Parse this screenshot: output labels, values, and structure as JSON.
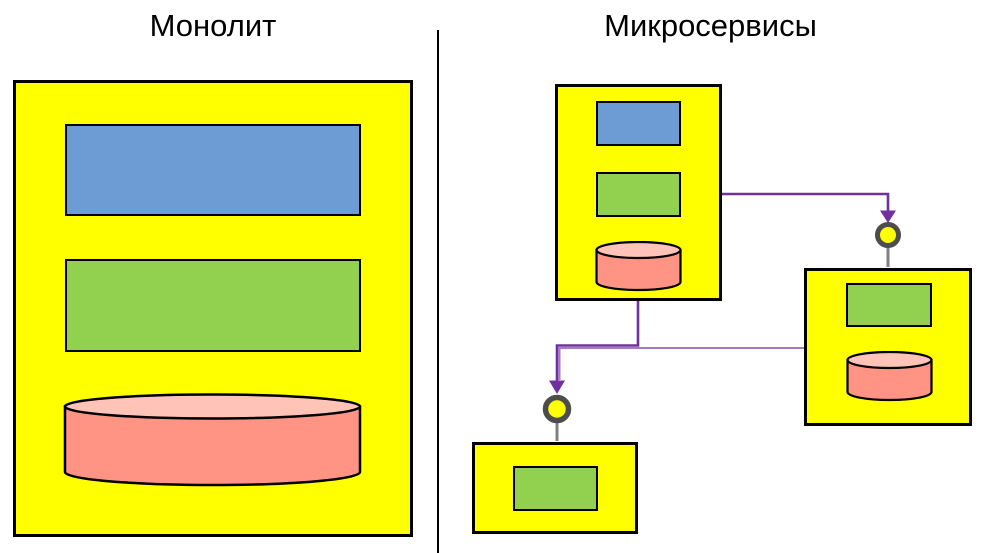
{
  "titles": {
    "left": "Монолит",
    "right": "Микросервисы"
  },
  "colors": {
    "canvas": "#FFFFFF",
    "yellow": "#FFFF00",
    "outline": "#000000",
    "blue": "#6D9BD3",
    "green": "#92D050",
    "salmon": "#FF9384",
    "salmon_light": "#FFC3B8",
    "purple": "#7030A0",
    "purple_light": "#A578C8",
    "ring_gray": "#4D4D4D",
    "stem_gray": "#808080"
  },
  "monolith": {
    "title": "Монолит",
    "container": "single yellow application block",
    "components": [
      {
        "shape": "rectangle",
        "color": "blue"
      },
      {
        "shape": "rectangle",
        "color": "green"
      },
      {
        "shape": "cylinder",
        "color": "salmon"
      }
    ]
  },
  "microservices": {
    "title": "Микросервисы",
    "services": [
      {
        "id": "service-1",
        "components": [
          {
            "shape": "rectangle",
            "color": "blue"
          },
          {
            "shape": "rectangle",
            "color": "green"
          },
          {
            "shape": "cylinder",
            "color": "salmon"
          }
        ]
      },
      {
        "id": "service-2",
        "components": [
          {
            "shape": "rectangle",
            "color": "green"
          },
          {
            "shape": "cylinder",
            "color": "salmon"
          }
        ]
      },
      {
        "id": "service-3",
        "components": [
          {
            "shape": "rectangle",
            "color": "green"
          }
        ]
      }
    ],
    "connections": [
      {
        "from": "service-1",
        "to": "service-2",
        "type": "arrow-to-lollipop-interface"
      },
      {
        "from": "service-1",
        "to": "service-3",
        "type": "arrow-to-lollipop-interface"
      },
      {
        "from": "service-2",
        "to": "service-3",
        "type": "arrow-to-lollipop-interface"
      }
    ]
  }
}
